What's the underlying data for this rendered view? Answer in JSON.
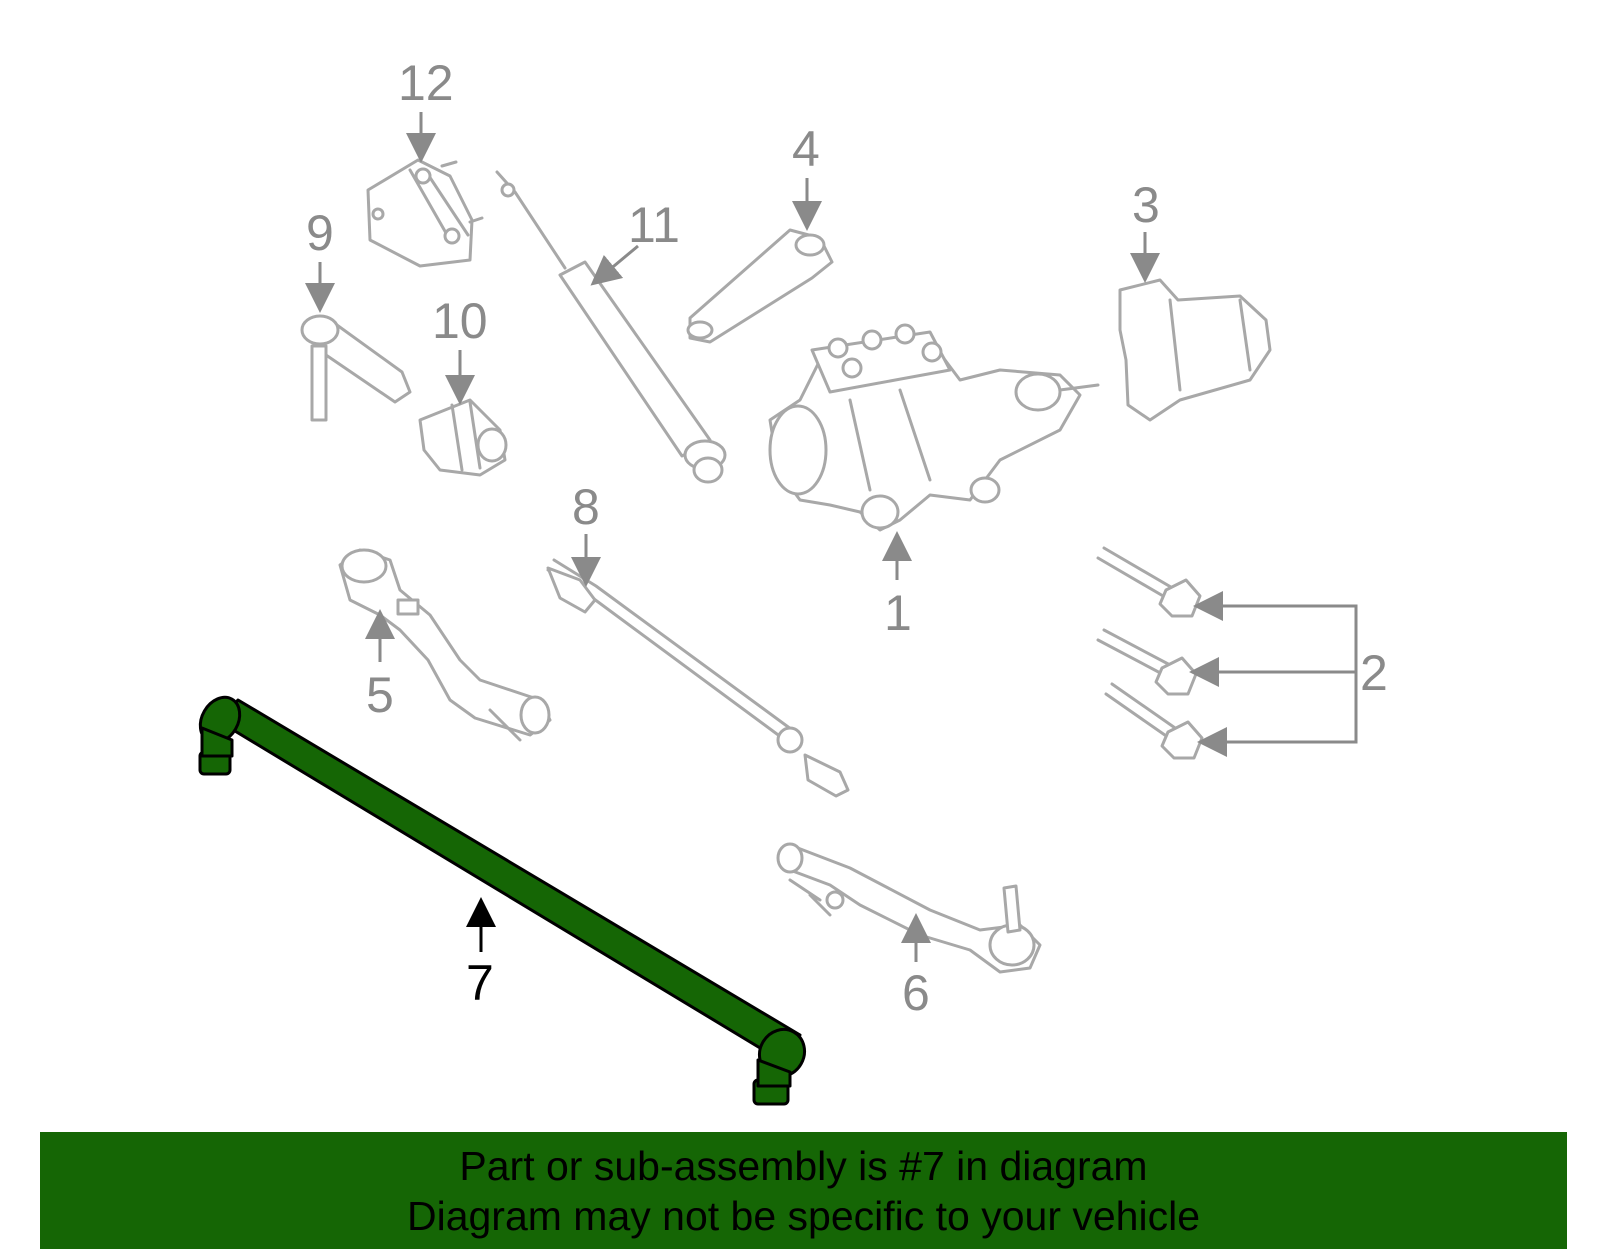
{
  "callouts": {
    "c1": "1",
    "c2": "2",
    "c3": "3",
    "c4": "4",
    "c5": "5",
    "c6": "6",
    "c7": "7",
    "c8": "8",
    "c9": "9",
    "c10": "10",
    "c11": "11",
    "c12": "12"
  },
  "highlighted_part": "7",
  "colors": {
    "highlight": "#156605",
    "line_art": "#a8a8a8",
    "callout_text": "#8a8a8a"
  },
  "banner": {
    "line1": "Part or sub-assembly is #7 in diagram",
    "line2": "Diagram may not be specific to your vehicle"
  }
}
